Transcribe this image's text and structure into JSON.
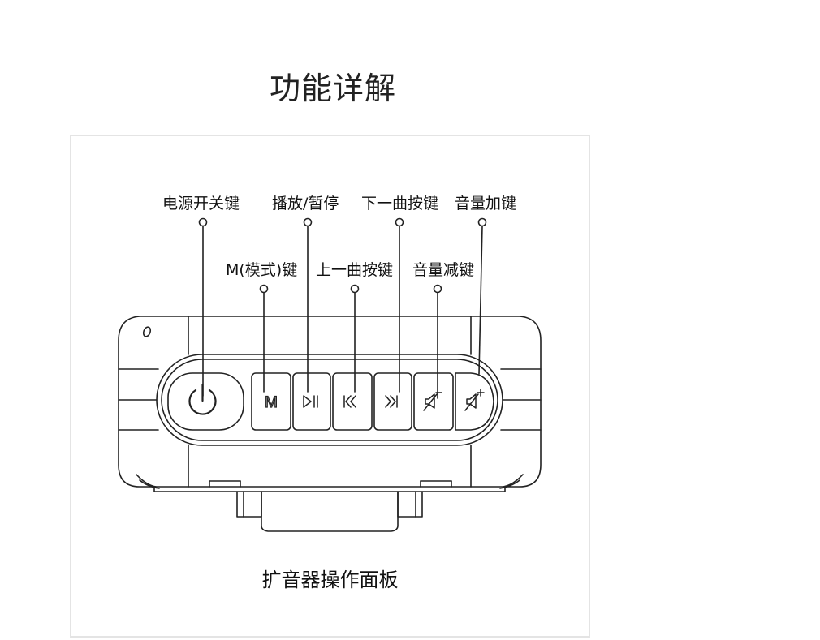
{
  "title": "功能详解",
  "caption": "扩音器操作面板",
  "callouts": {
    "power": "电源开关键",
    "play_pause": "播放/暂停",
    "next_track": "下一曲按键",
    "volume_up": "音量加键",
    "mode": "M(模式)键",
    "prev_track": "上一曲按键",
    "volume_down": "音量减键"
  },
  "buttons": {
    "mode_letter": "M"
  },
  "icons": [
    "power-icon",
    "mode-icon",
    "play-pause-icon",
    "previous-track-icon",
    "next-track-icon",
    "volume-down-icon",
    "volume-up-icon"
  ]
}
